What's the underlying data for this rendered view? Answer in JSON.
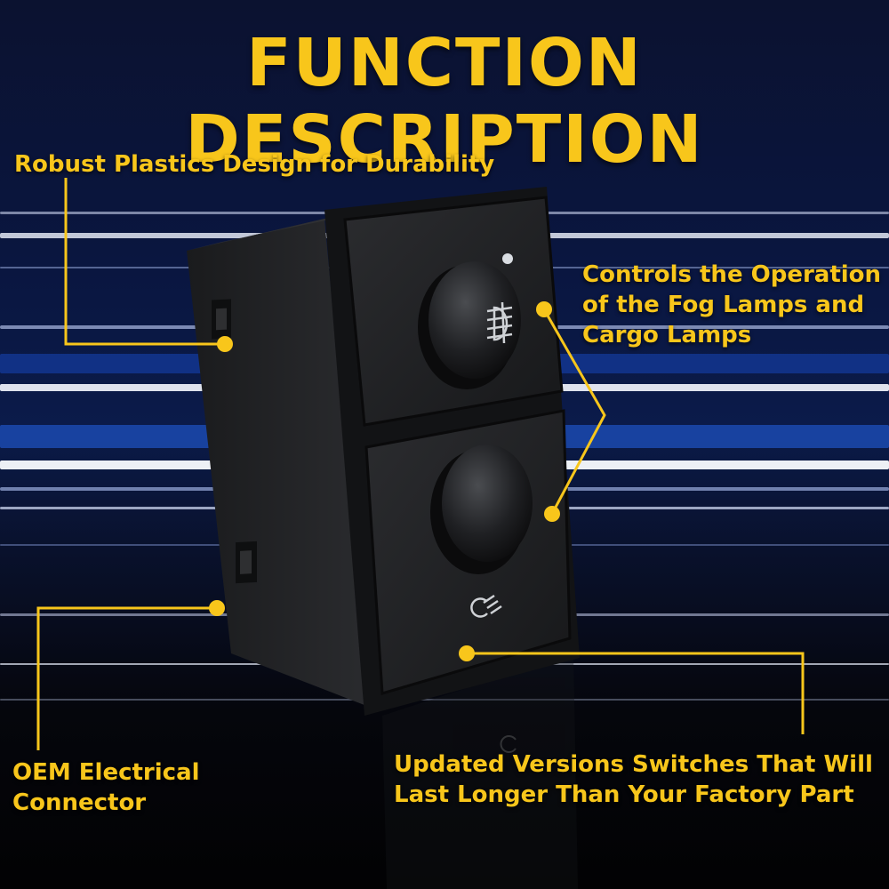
{
  "title": "FUNCTION DESCRIPTION",
  "callouts": {
    "robust": "Robust Plastics Design for Durability",
    "controls_line1": "Controls the Operation",
    "controls_line2": "of the Fog Lamps and",
    "controls_line3": "Cargo Lamps",
    "oem_line1": "OEM Electrical",
    "oem_line2": "Connector",
    "updated_line1": "Updated Versions Switches That Will",
    "updated_line2": "Last Longer Than Your Factory Part"
  },
  "colors": {
    "accent": "#f8c61b",
    "background": "#0a1640",
    "product": "#1b1c1e"
  },
  "icons": {
    "top_knob": "fog-lamp-icon",
    "bottom_knob": "cargo-lamp-icon"
  }
}
